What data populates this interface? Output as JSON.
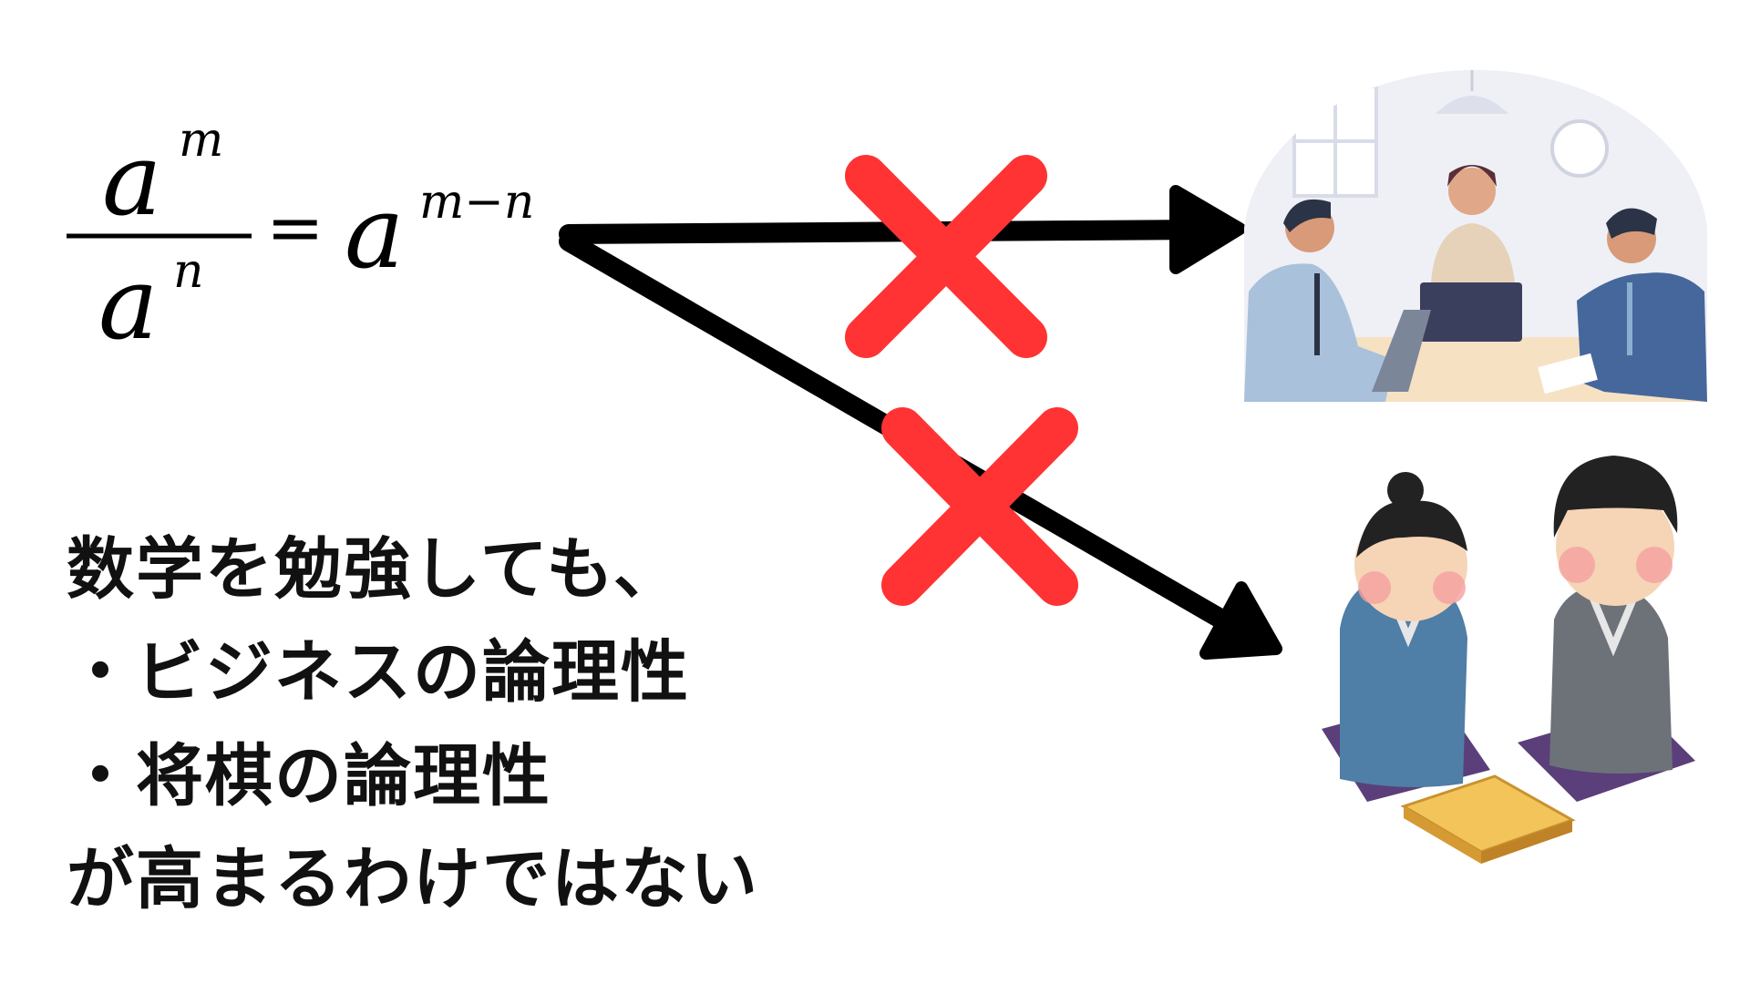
{
  "formula": {
    "numerator_base": "a",
    "numerator_exp": "m",
    "denominator_base": "a",
    "denominator_exp": "n",
    "equals": "=",
    "result_base": "a",
    "result_exp": "m−n"
  },
  "statement": {
    "line1": "数学を勉強しても、",
    "line2": "・ビジネスの論理性",
    "line3": "・将棋の論理性",
    "line4": "が高まるわけではない"
  },
  "colors": {
    "arrow": "#000000",
    "cross": "#ff3333"
  }
}
